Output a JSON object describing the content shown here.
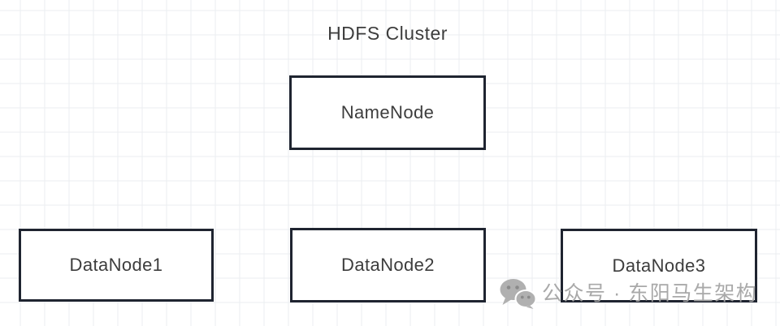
{
  "diagram": {
    "title": "HDFS Cluster",
    "nodes": [
      {
        "id": "namenode",
        "label": "NameNode"
      },
      {
        "id": "datanode1",
        "label": "DataNode1"
      },
      {
        "id": "datanode2",
        "label": "DataNode2"
      },
      {
        "id": "datanode3",
        "label": "DataNode3"
      }
    ]
  },
  "watermark": {
    "icon": "wechat-icon",
    "text": "公众号 · 东阳马生架构"
  },
  "colors": {
    "background": "#ffffff",
    "grid_line": "#ebedf0",
    "node_border": "#1f2430",
    "node_fill": "#ffffff",
    "text": "#3d3d3d",
    "watermark_gray": "#a4a4a4"
  }
}
